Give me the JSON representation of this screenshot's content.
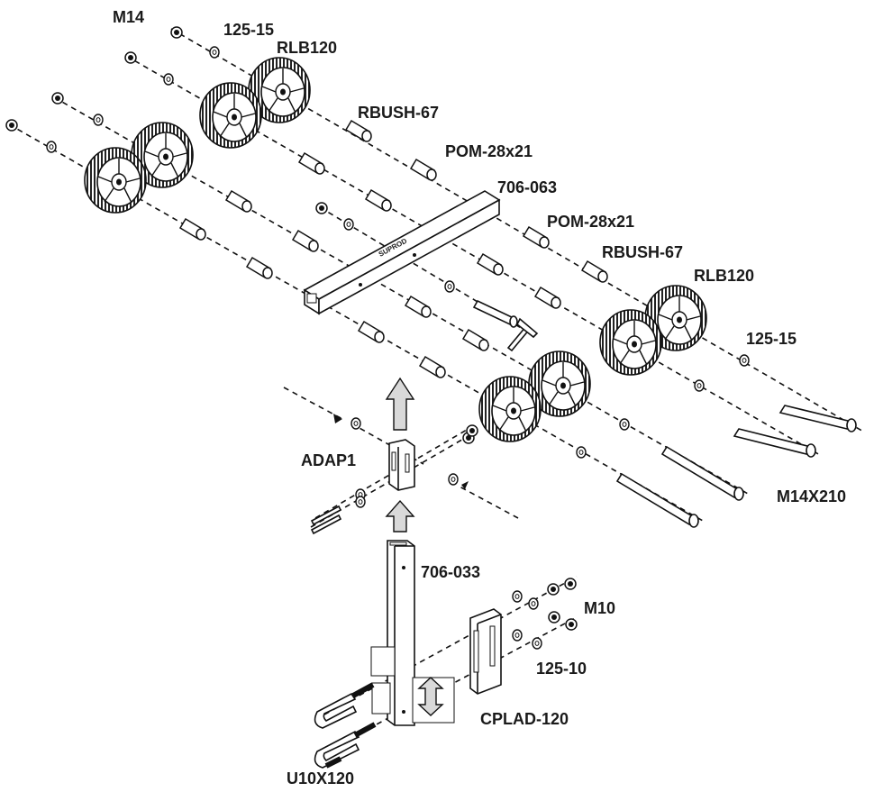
{
  "labels": {
    "m14": "M14",
    "w125_15_top": "125-15",
    "rlb120_top": "RLB120",
    "rbush67_top": "RBUSH-67",
    "pom_top": "POM-28x21",
    "beam": "706-063",
    "pom_mid": "POM-28x21",
    "rbush67_mid": "RBUSH-67",
    "rlb120_right": "RLB120",
    "w125_15_right": "125-15",
    "adap1": "ADAP1",
    "m14x210": "M14X210",
    "post": "706-033",
    "m10": "M10",
    "w125_10": "125-10",
    "cplad": "CPLAD-120",
    "ubolt": "U10X120",
    "brand": "SUPROD"
  },
  "icons": [
    "hammer-icon",
    "up-arrow-icon",
    "double-arrow-icon"
  ]
}
